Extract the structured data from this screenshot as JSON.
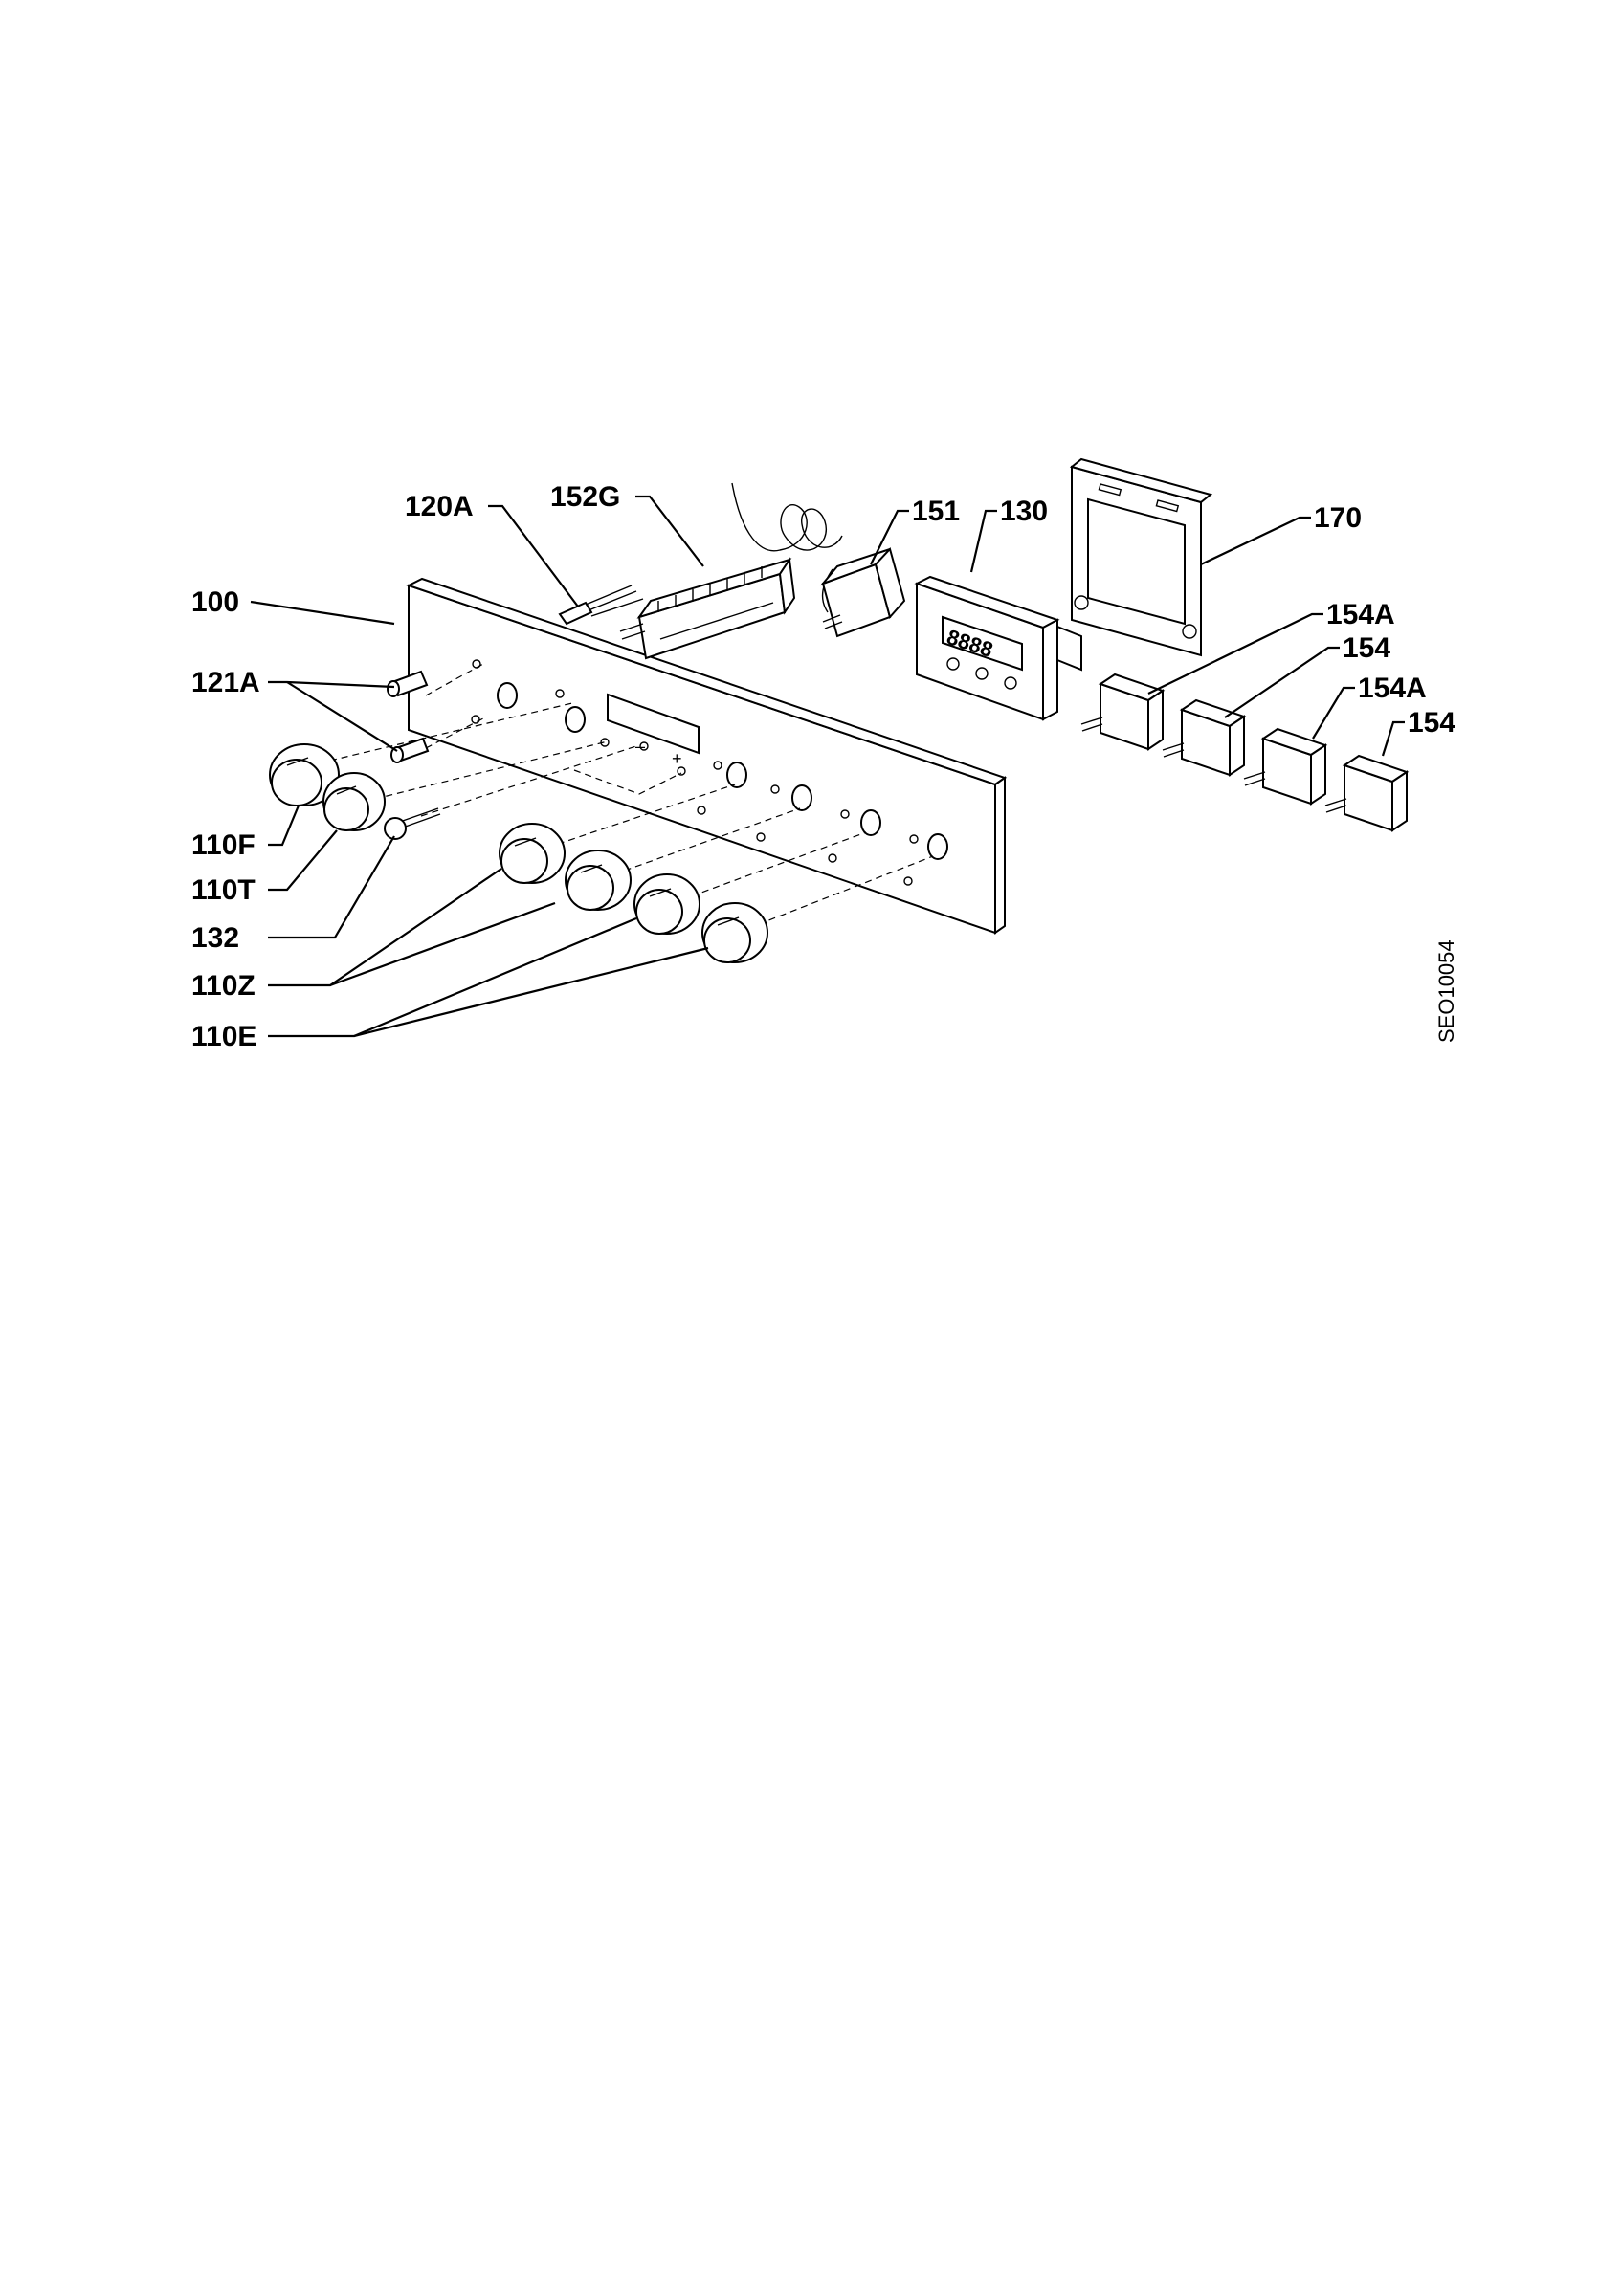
{
  "diagram": {
    "drawing_code": "SEO10054",
    "labels": {
      "l_100": "100",
      "l_120A": "120A",
      "l_152G": "152G",
      "l_151": "151",
      "l_130": "130",
      "l_170": "170",
      "l_154A_1": "154A",
      "l_154_1": "154",
      "l_154A_2": "154A",
      "l_154_2": "154",
      "l_121A": "121A",
      "l_110F": "110F",
      "l_110T": "110T",
      "l_132": "132",
      "l_110Z": "110Z",
      "l_110E": "110E"
    }
  }
}
